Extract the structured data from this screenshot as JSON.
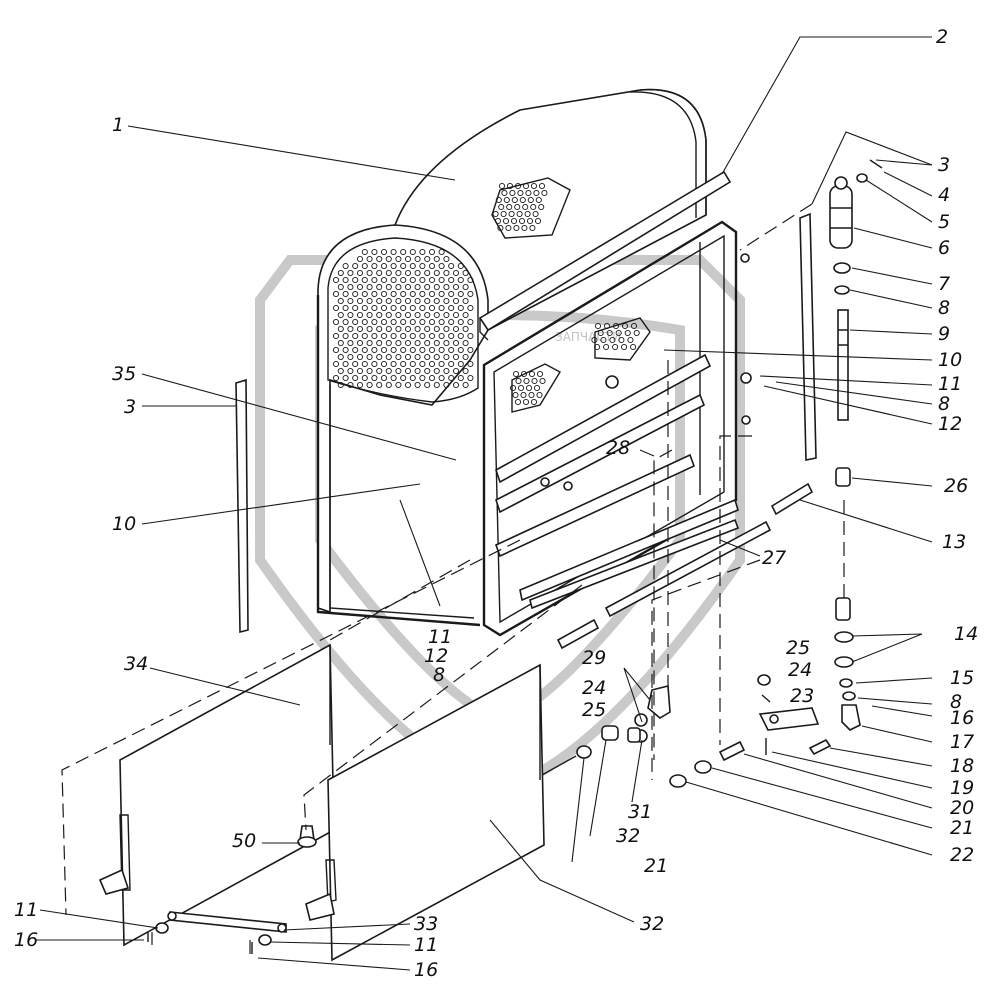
{
  "watermark": {
    "text": "ЗАПЧАСТИ"
  },
  "callouts": [
    {
      "id": "c1",
      "label": "1"
    },
    {
      "id": "c2",
      "label": "2"
    },
    {
      "id": "c3a",
      "label": "3"
    },
    {
      "id": "c3b",
      "label": "3"
    },
    {
      "id": "c4",
      "label": "4"
    },
    {
      "id": "c5",
      "label": "5"
    },
    {
      "id": "c6",
      "label": "6"
    },
    {
      "id": "c7",
      "label": "7"
    },
    {
      "id": "c8a",
      "label": "8"
    },
    {
      "id": "c8b",
      "label": "8"
    },
    {
      "id": "c8c",
      "label": "8"
    },
    {
      "id": "c8d",
      "label": "8"
    },
    {
      "id": "c9",
      "label": "9"
    },
    {
      "id": "c10a",
      "label": "10"
    },
    {
      "id": "c10b",
      "label": "10"
    },
    {
      "id": "c11a",
      "label": "11"
    },
    {
      "id": "c11b",
      "label": "11"
    },
    {
      "id": "c11c",
      "label": "11"
    },
    {
      "id": "c11d",
      "label": "11"
    },
    {
      "id": "c12a",
      "label": "12"
    },
    {
      "id": "c12b",
      "label": "12"
    },
    {
      "id": "c13",
      "label": "13"
    },
    {
      "id": "c14",
      "label": "14"
    },
    {
      "id": "c15",
      "label": "15"
    },
    {
      "id": "c16a",
      "label": "16"
    },
    {
      "id": "c16b",
      "label": "16"
    },
    {
      "id": "c16c",
      "label": "16"
    },
    {
      "id": "c17",
      "label": "17"
    },
    {
      "id": "c18",
      "label": "18"
    },
    {
      "id": "c19",
      "label": "19"
    },
    {
      "id": "c20",
      "label": "20"
    },
    {
      "id": "c21a",
      "label": "21"
    },
    {
      "id": "c21b",
      "label": "21"
    },
    {
      "id": "c22",
      "label": "22"
    },
    {
      "id": "c23",
      "label": "23"
    },
    {
      "id": "c24a",
      "label": "24"
    },
    {
      "id": "c24b",
      "label": "24"
    },
    {
      "id": "c25a",
      "label": "25"
    },
    {
      "id": "c25b",
      "label": "25"
    },
    {
      "id": "c26",
      "label": "26"
    },
    {
      "id": "c27",
      "label": "27"
    },
    {
      "id": "c28",
      "label": "28"
    },
    {
      "id": "c29",
      "label": "29"
    },
    {
      "id": "c31",
      "label": "31"
    },
    {
      "id": "c32a",
      "label": "32"
    },
    {
      "id": "c32b",
      "label": "32"
    },
    {
      "id": "c33",
      "label": "33"
    },
    {
      "id": "c34",
      "label": "34"
    },
    {
      "id": "c35",
      "label": "35"
    },
    {
      "id": "c50",
      "label": "50"
    }
  ]
}
